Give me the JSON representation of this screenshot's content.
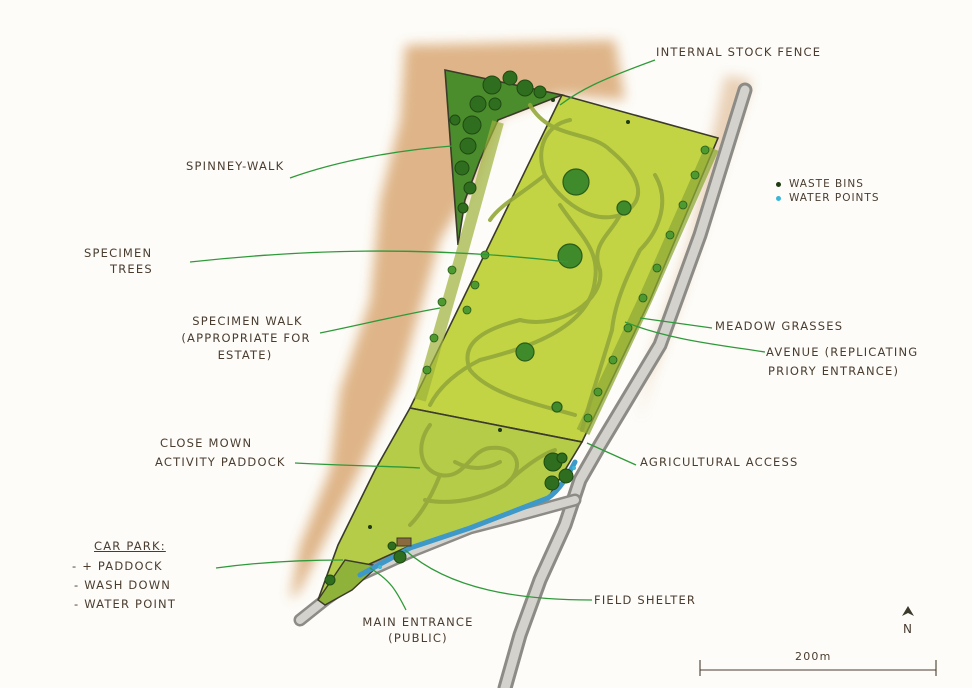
{
  "labels": {
    "internal_stock_fence": "INTERNAL STOCK FENCE",
    "spinney_walk": "SPINNEY-WALK",
    "specimen_trees_1": "SPECIMEN",
    "specimen_trees_2": "TREES",
    "specimen_walk_1": "SPECIMEN WALK",
    "specimen_walk_2": "(APPROPRIATE FOR",
    "specimen_walk_3": "ESTATE)",
    "close_mown_1": "CLOSE MOWN",
    "close_mown_2": "ACTIVITY PADDOCK",
    "meadow_grasses": "MEADOW GRASSES",
    "avenue_1": "AVENUE (REPLICATING",
    "avenue_2": "PRIORY ENTRANCE)",
    "agricultural_access": "AGRICULTURAL ACCESS",
    "field_shelter": "FIELD SHELTER",
    "main_entrance_1": "MAIN ENTRANCE",
    "main_entrance_2": "(PUBLIC)",
    "car_park_title": "CAR PARK:",
    "car_park_items": [
      "- + PADDOCK",
      "- WASH DOWN",
      "- WATER POINT"
    ]
  },
  "legend": {
    "waste_bins": "WASTE BINS",
    "water_points": "WATER POINTS",
    "waste_bins_color": "#1f3a14",
    "water_points_color": "#39b6d8"
  },
  "north_label": "N",
  "scale_label": "200m",
  "colors": {
    "meadow": "#c2d444",
    "paddock": "#b4cc48",
    "woodland": "#4b8d2c",
    "paths": "#93a83a",
    "leader": "#2f9a3a",
    "shadow": "#d9a874",
    "stream": "#3e98c8"
  }
}
